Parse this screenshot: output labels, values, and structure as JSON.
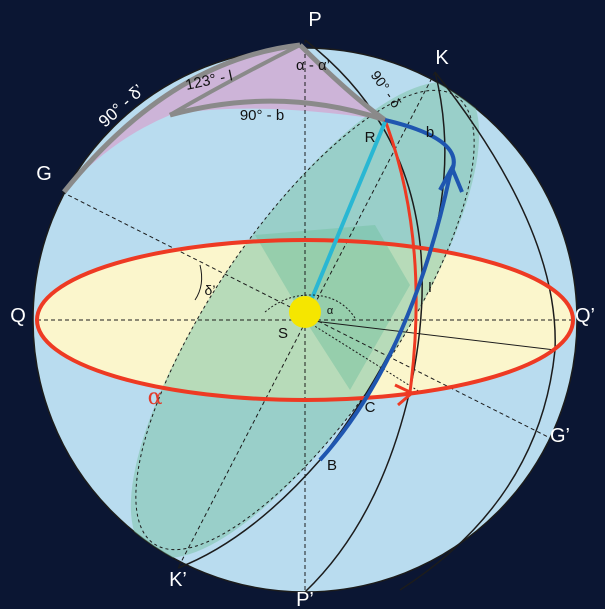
{
  "diagram": {
    "colors": {
      "background": "#0b1633",
      "sphere": "#b9dcef",
      "equator_fill": "#fbf6cc",
      "equator_stroke": "#ee3a23",
      "polar_triangle": "#cdb4d8",
      "ecliptic_fill": "#7fc4a9",
      "great_arc_blue": "#1f56b0",
      "sun": "#f5e600",
      "arc_gray": "#8a8a8a",
      "cyan_line": "#29b7d3"
    },
    "labels": {
      "P": "P",
      "P_prime": "P’",
      "K": "K",
      "K_prime": "K’",
      "G": "G",
      "G_prime": "G’",
      "Q": "Q",
      "Q_prime": "Q’",
      "R": "R",
      "S": "S",
      "B": "B",
      "C": "C",
      "I": "I",
      "b": "b",
      "alpha_big": "α",
      "alpha_small": "α",
      "delta_prime": "δ’",
      "arc_90_delta_prime": "90° - δ’",
      "arc_123_l": "123° - l",
      "arc_alpha_diff": "α - α’",
      "arc_90_delta": "90° - δ",
      "arc_90_b": "90° - b"
    }
  }
}
